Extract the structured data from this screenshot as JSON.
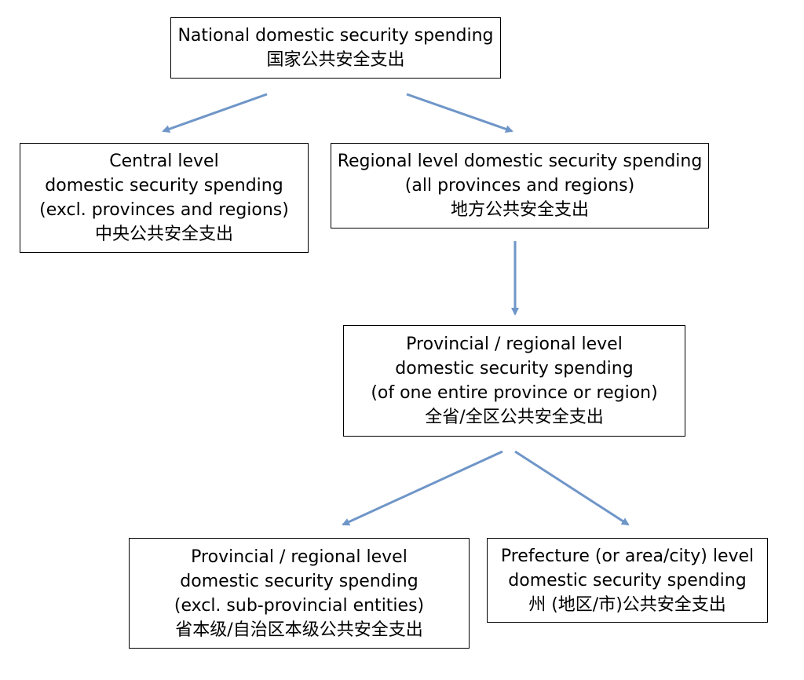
{
  "colors": {
    "arrow": "#6f96c8",
    "border": "#000000",
    "background": "#ffffff"
  },
  "nodes": {
    "national": {
      "lines": [
        "National domestic security spending",
        "国家公共安全支出"
      ]
    },
    "central": {
      "lines": [
        "Central level",
        "domestic security spending",
        "(excl. provinces and regions)",
        "中央公共安全支出"
      ]
    },
    "regional": {
      "lines": [
        "Regional level domestic security spending",
        "(all provinces and regions)",
        "地方公共安全支出"
      ]
    },
    "provincial_entire": {
      "lines": [
        "Provincial / regional level",
        "domestic security spending",
        "(of one entire province or region)",
        "全省/全区公共安全支出"
      ]
    },
    "provincial_own": {
      "lines": [
        "Provincial / regional level",
        "domestic security spending",
        "(excl. sub-provincial entities)",
        "省本级/自治区本级公共安全支出"
      ]
    },
    "prefecture": {
      "lines": [
        "Prefecture (or area/city) level",
        "domestic security spending",
        "州 (地区/市)公共安全支出"
      ]
    }
  },
  "edges": [
    {
      "from": "national",
      "to": "central"
    },
    {
      "from": "national",
      "to": "regional"
    },
    {
      "from": "regional",
      "to": "provincial_entire"
    },
    {
      "from": "provincial_entire",
      "to": "provincial_own"
    },
    {
      "from": "provincial_entire",
      "to": "prefecture"
    }
  ]
}
